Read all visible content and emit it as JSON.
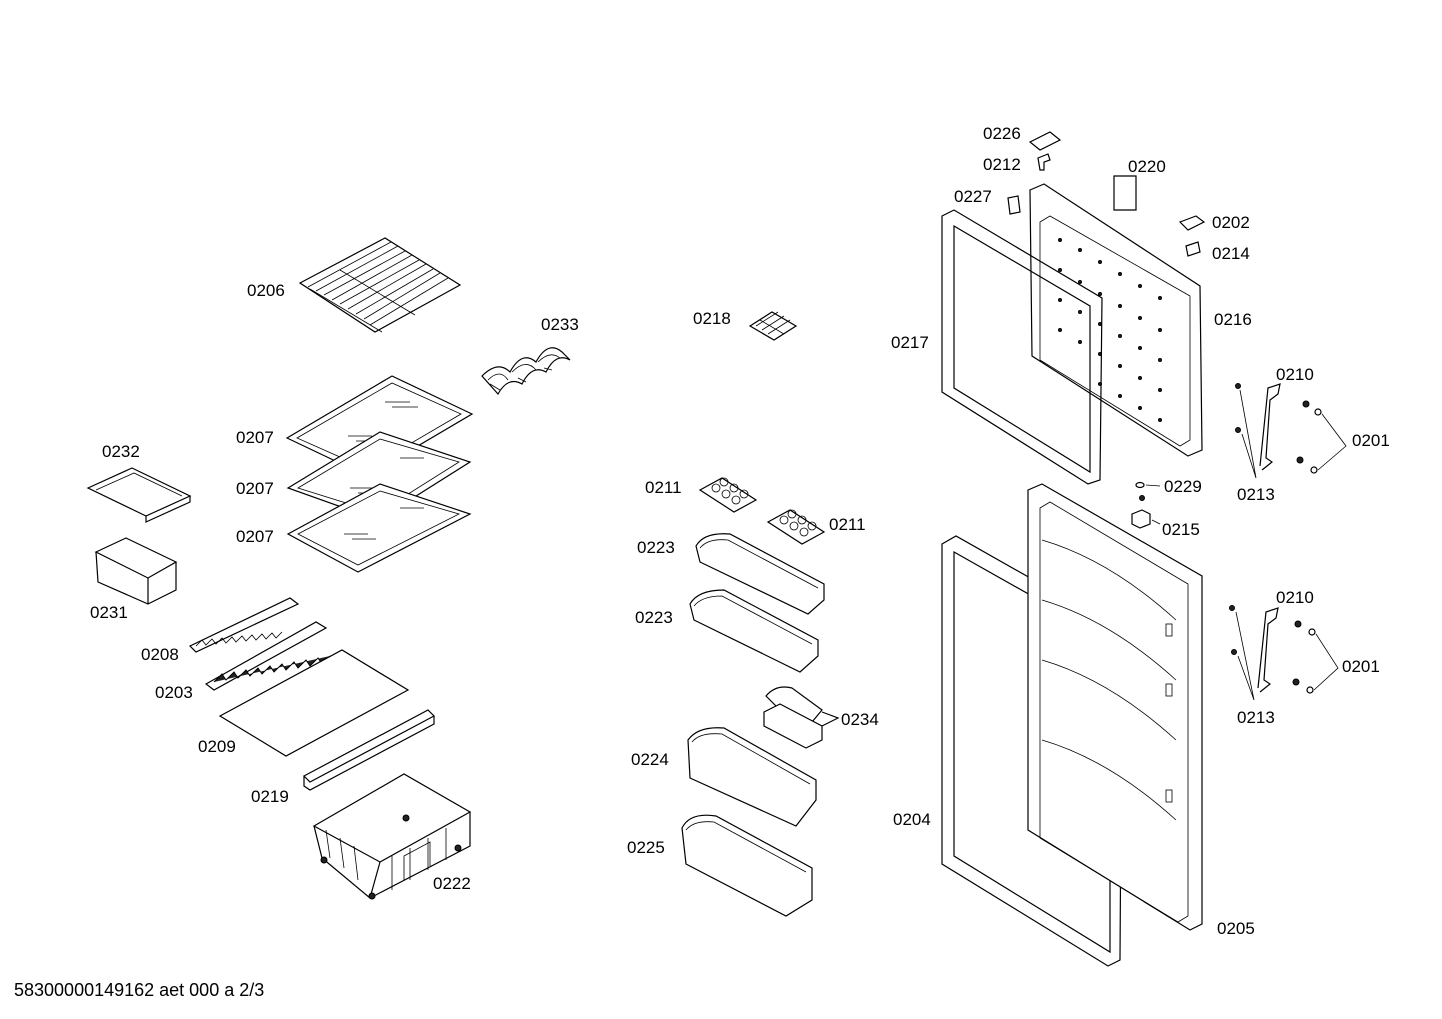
{
  "footer_text": "58300000149162 aet 000 a 2/3",
  "parts": [
    {
      "id": "p0206",
      "label": "0206",
      "name": "wire-shelf"
    },
    {
      "id": "p0233",
      "label": "0233",
      "name": "bottle-rack"
    },
    {
      "id": "p0207a",
      "label": "0207",
      "name": "glass-shelf"
    },
    {
      "id": "p0207b",
      "label": "0207",
      "name": "glass-shelf"
    },
    {
      "id": "p0207c",
      "label": "0207",
      "name": "glass-shelf"
    },
    {
      "id": "p0232",
      "label": "0232",
      "name": "drawer-cover"
    },
    {
      "id": "p0231",
      "label": "0231",
      "name": "small-drawer"
    },
    {
      "id": "p0208",
      "label": "0208",
      "name": "vent-strip"
    },
    {
      "id": "p0203",
      "label": "0203",
      "name": "vent-strip"
    },
    {
      "id": "p0209",
      "label": "0209",
      "name": "glass-plate"
    },
    {
      "id": "p0219",
      "label": "0219",
      "name": "profile-strip"
    },
    {
      "id": "p0222",
      "label": "0222",
      "name": "vegetable-container"
    },
    {
      "id": "p0218",
      "label": "0218",
      "name": "ice-tray"
    },
    {
      "id": "p0211a",
      "label": "0211",
      "name": "egg-tray"
    },
    {
      "id": "p0211b",
      "label": "0211",
      "name": "egg-tray"
    },
    {
      "id": "p0223a",
      "label": "0223",
      "name": "door-shelf"
    },
    {
      "id": "p0223b",
      "label": "0223",
      "name": "door-shelf"
    },
    {
      "id": "p0234",
      "label": "0234",
      "name": "butter-box"
    },
    {
      "id": "p0224",
      "label": "0224",
      "name": "door-shelf"
    },
    {
      "id": "p0225",
      "label": "0225",
      "name": "bottle-shelf"
    },
    {
      "id": "p0226",
      "label": "0226",
      "name": "hinge-cover"
    },
    {
      "id": "p0212",
      "label": "0212",
      "name": "hinge-pin"
    },
    {
      "id": "p0220",
      "label": "0220",
      "name": "label-plate"
    },
    {
      "id": "p0227",
      "label": "0227",
      "name": "cover-cap"
    },
    {
      "id": "p0202",
      "label": "0202",
      "name": "cover-cap"
    },
    {
      "id": "p0214",
      "label": "0214",
      "name": "bracket"
    },
    {
      "id": "p0216",
      "label": "0216",
      "name": "freezer-door"
    },
    {
      "id": "p0217",
      "label": "0217",
      "name": "freezer-door-gasket"
    },
    {
      "id": "p0210a",
      "label": "0210",
      "name": "door-handle"
    },
    {
      "id": "p0201a",
      "label": "0201",
      "name": "handle-screws"
    },
    {
      "id": "p0213a",
      "label": "0213",
      "name": "handle-screws"
    },
    {
      "id": "p0229",
      "label": "0229",
      "name": "hinge-bushing"
    },
    {
      "id": "p0215",
      "label": "0215",
      "name": "hinge-block"
    },
    {
      "id": "p0210b",
      "label": "0210",
      "name": "door-handle"
    },
    {
      "id": "p0201b",
      "label": "0201",
      "name": "handle-screws"
    },
    {
      "id": "p0213b",
      "label": "0213",
      "name": "handle-screws"
    },
    {
      "id": "p0204",
      "label": "0204",
      "name": "fridge-door-gasket"
    },
    {
      "id": "p0205",
      "label": "0205",
      "name": "fridge-door"
    }
  ]
}
